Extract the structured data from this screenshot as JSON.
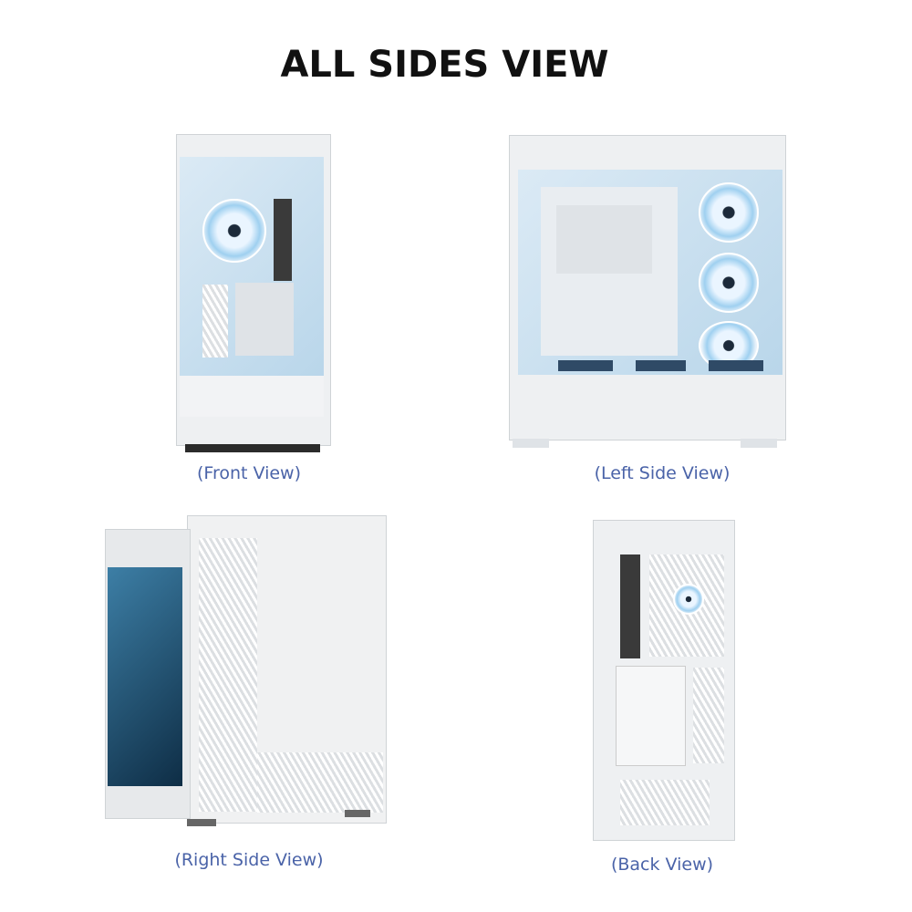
{
  "title": "ALL SIDES VIEW",
  "views": [
    {
      "label": "(Front View)"
    },
    {
      "label": "(Left Side View)"
    },
    {
      "label": "(Right Side View)"
    },
    {
      "label": "(Back View)"
    }
  ],
  "colors": {
    "caption": "#4a63a8",
    "title": "#111111"
  }
}
